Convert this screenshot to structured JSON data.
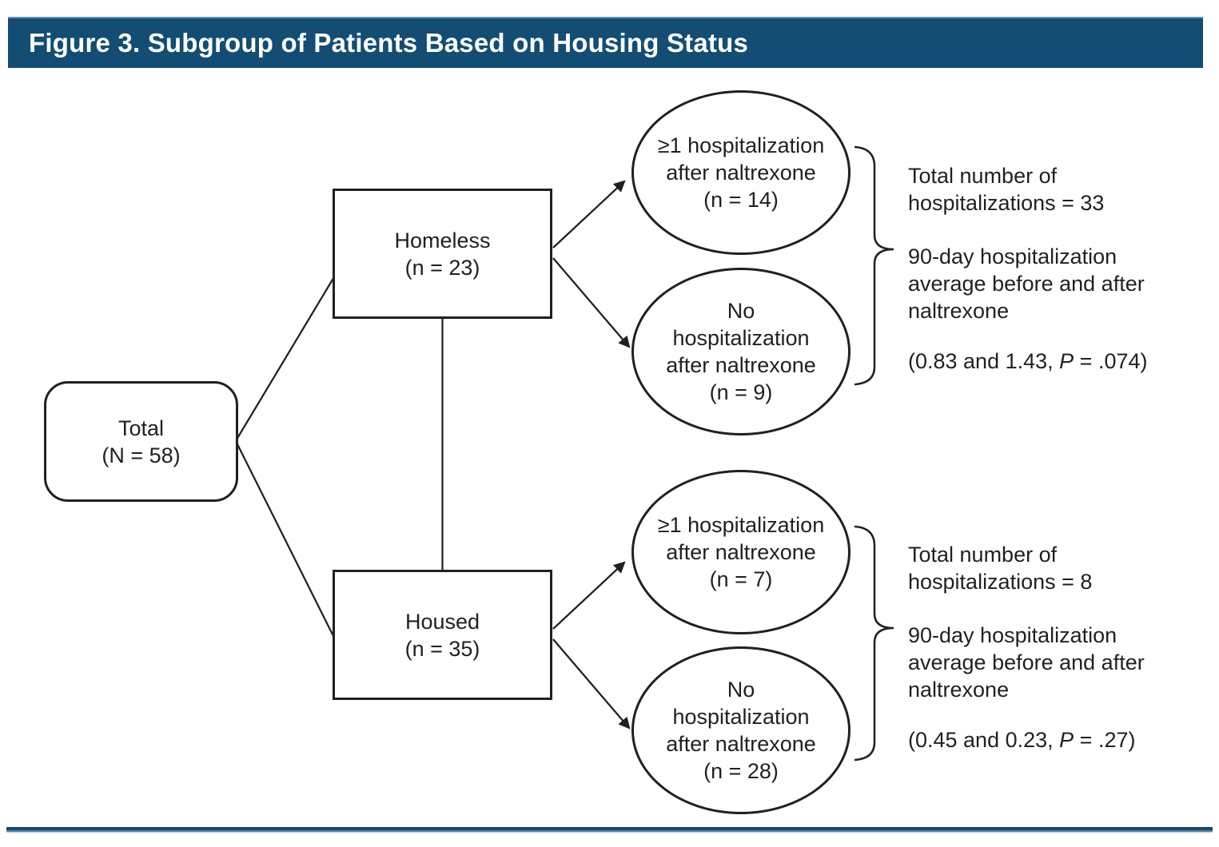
{
  "title_bar": {
    "text": "Figure 3. Subgroup of Patients Based on Housing Status",
    "bar_color": "#134d74",
    "bar_highlight_color": "#6090ad",
    "text_color": "#ffffff"
  },
  "nodes": {
    "total": {
      "name": "Total",
      "count": "(N = 58)"
    },
    "homeless": {
      "name": "Homeless",
      "count": "(n = 23)"
    },
    "housed": {
      "name": "Housed",
      "count": "(n = 35)"
    },
    "homeless_hospitalized": {
      "lines": [
        "≥1 hospitalization",
        "after naltrexone",
        "(n = 14)"
      ]
    },
    "homeless_not_hospitalized": {
      "lines": [
        "No",
        "hospitalization",
        "after naltrexone",
        "(n = 9)"
      ]
    },
    "housed_hospitalized": {
      "lines": [
        "≥1 hospitalization",
        "after naltrexone",
        "(n = 7)"
      ]
    },
    "housed_not_hospitalized": {
      "lines": [
        "No",
        "hospitalization",
        "after naltrexone",
        "(n = 28)"
      ]
    }
  },
  "annotations": {
    "homeless": {
      "total_line1": "Total number of",
      "total_line2": "hospitalizations = 33",
      "avg_line1": "90-day hospitalization",
      "avg_line2": "average before and after",
      "avg_line3": "naltrexone",
      "stat_prefix": "(0.83 and 1.43, ",
      "stat_var": "P",
      "stat_suffix": " = .074)"
    },
    "housed": {
      "total_line1": "Total number of",
      "total_line2": "hospitalizations = 8",
      "avg_line1": "90-day hospitalization",
      "avg_line2": "average before and after",
      "avg_line3": "naltrexone",
      "stat_prefix": "(0.45 and 0.23, ",
      "stat_var": "P",
      "stat_suffix": " = .27)"
    }
  },
  "diagram": {
    "stroke_color": "#231f20",
    "background": "#ffffff"
  },
  "footer_rule": {
    "dark_color": "#17496b",
    "light_color": "#5584a5"
  }
}
